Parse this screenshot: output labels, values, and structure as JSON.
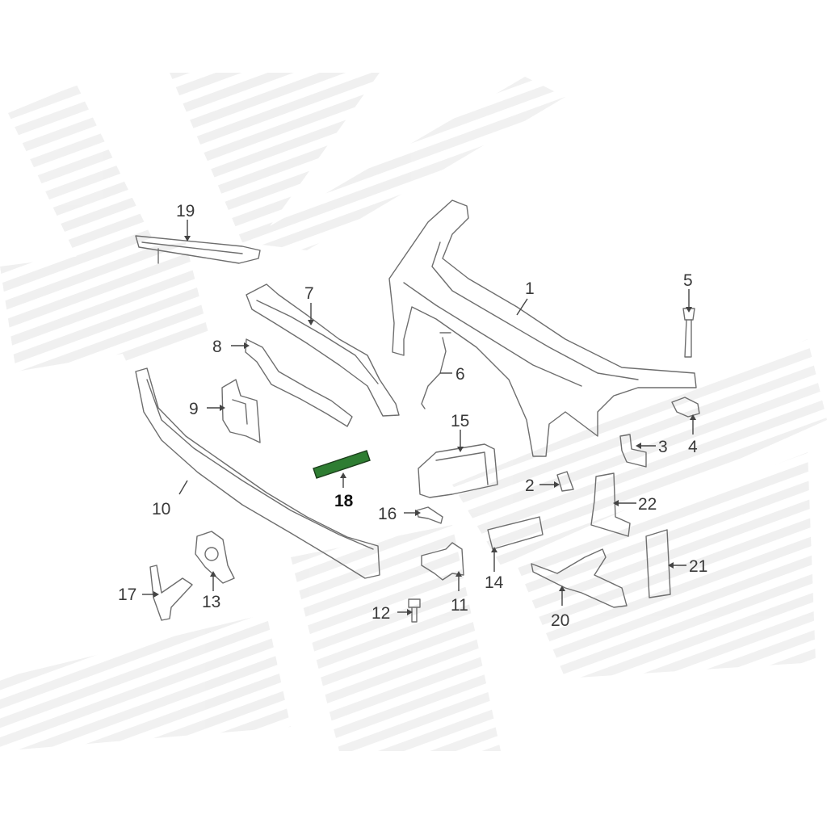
{
  "diagram": {
    "highlighted_part": "18",
    "highlight_color": "#2e7d32",
    "callouts": [
      "1",
      "2",
      "3",
      "4",
      "5",
      "6",
      "7",
      "8",
      "9",
      "10",
      "11",
      "12",
      "13",
      "14",
      "15",
      "16",
      "17",
      "18",
      "19",
      "20",
      "21",
      "22"
    ]
  }
}
